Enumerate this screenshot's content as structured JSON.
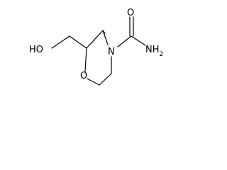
{
  "structure": {
    "name": "",
    "atoms": {
      "hydroxyl": "HO",
      "ring_nitrogen": "N",
      "ring_oxygen": "O",
      "amide_oxygen": "O",
      "amine": "NH2"
    }
  },
  "colors": {
    "background": "#ffffff",
    "ink": "#000000"
  }
}
